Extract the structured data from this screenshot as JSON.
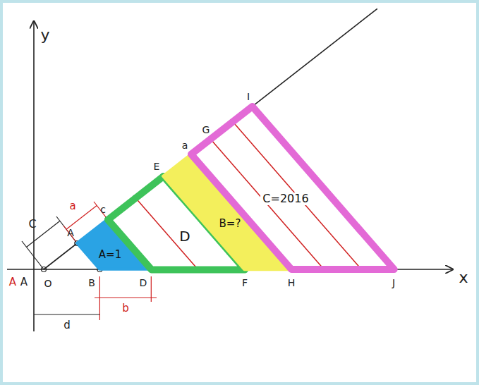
{
  "diagram": {
    "nodes": [
      {
        "text": [
          "A=1"
        ]
      },
      {
        "text": [
          "D"
        ]
      },
      {
        "text": [
          "B=?"
        ]
      },
      {
        "text": [
          "C=2016"
        ]
      }
    ],
    "labels": [
      "y",
      "x",
      "C",
      "a",
      "A",
      "c",
      "B",
      "D",
      "O",
      "A",
      "A",
      "b",
      "d",
      "E",
      "a",
      "G",
      "I",
      "F",
      "H",
      "J"
    ]
  }
}
